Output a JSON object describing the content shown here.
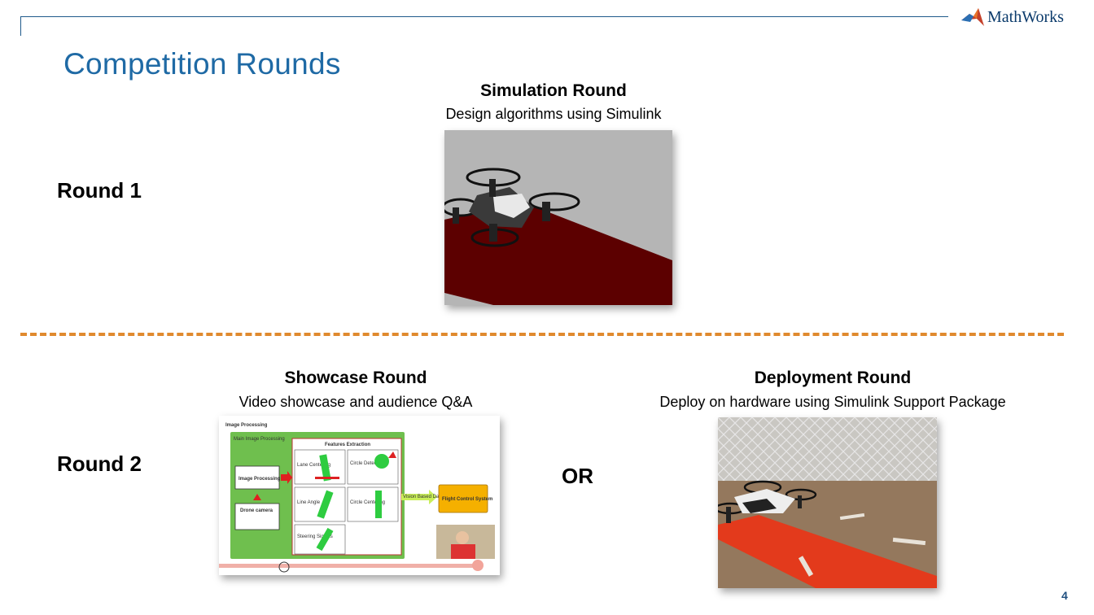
{
  "header": {
    "brand": "MathWorks",
    "title": "Competition Rounds"
  },
  "round1": {
    "label": "Round 1",
    "simulation": {
      "title": "Simulation Round",
      "subtitle": "Design algorithms using Simulink"
    }
  },
  "round2": {
    "label": "Round 2",
    "or_text": "OR",
    "showcase": {
      "title": "Showcase Round",
      "subtitle": "Video showcase and audience Q&A",
      "slide": {
        "heading": "Image Processing",
        "main_box": "Main Image Processing",
        "features_box": "Features Extraction",
        "image_processing": "Image Processing",
        "drone_camera": "Drone camera",
        "lane_centering": "Lane Centering",
        "circle_detection": "Circle Detection",
        "line_angle": "Line Angle",
        "circle_centering": "Circle Centering",
        "steering_signals": "Steering Signals",
        "vision_data": "Vision Based Data",
        "flight_control": "Flight Control System"
      }
    },
    "deployment": {
      "title": "Deployment Round",
      "subtitle": "Deploy on hardware using Simulink Support Package"
    }
  },
  "page_number": "4",
  "colors": {
    "title_blue": "#1f6aa5",
    "divider_orange": "#e08a2e",
    "track_red": "#5c0000",
    "sim_gray": "#b5b5b5"
  }
}
